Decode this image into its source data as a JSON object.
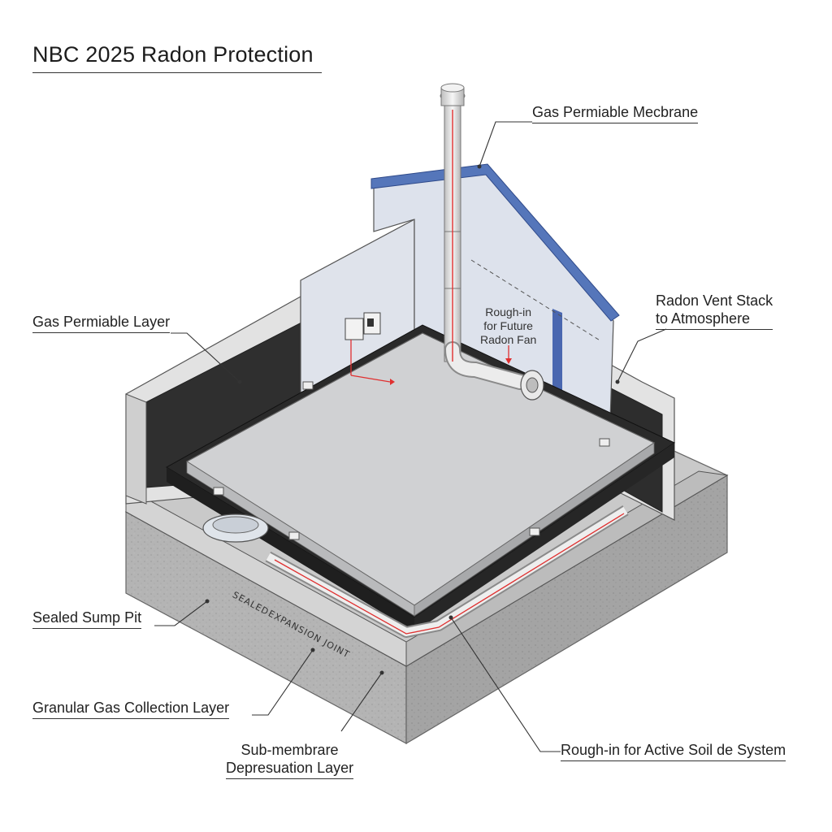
{
  "title": "NBC 2025 Radon Protection",
  "labels": {
    "gas_permeable_membrane": "Gas Permiable Mecbrane",
    "radon_vent_stack_line1": "Radon Vent Stack",
    "radon_vent_stack_line2": "to Atmosphere",
    "gas_permeable_layer": "Gas Permiable Layer",
    "sealed_sump_pit": "Sealed Sump Pit",
    "granular_layer": "Granular Gas Collection Layer",
    "sub_membrane_line1": "Sub-membrare",
    "sub_membrane_line2": "Depresuation Layer",
    "rough_in_soil": "Rough-in for Active Soil de System",
    "rough_in_fan_line1": "Rough-in",
    "rough_in_fan_line2": "for Future",
    "rough_in_fan_line3": "Radon Fan",
    "joint_text_1": "SEALED",
    "joint_text_2": "EXPANSION JOINT"
  },
  "colors": {
    "concrete_light": "#d9d9d9",
    "concrete_dark": "#a9a9a9",
    "membrane_black": "#2b2b2b",
    "wall_blue_gray": "#d7dce6",
    "roof_blue": "#4f73b8",
    "pipe_red": "#e03030",
    "slab": "#cfd0d2"
  }
}
